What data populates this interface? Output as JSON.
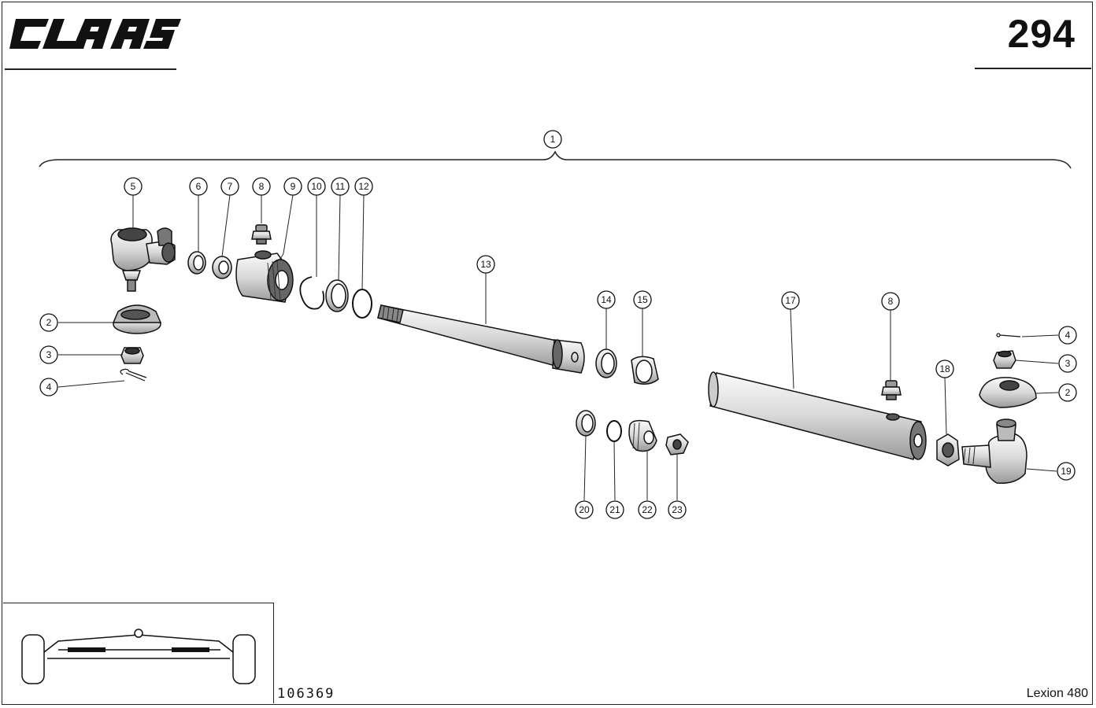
{
  "header": {
    "brand": "CLAAS",
    "page_number": "294"
  },
  "footer": {
    "figure_number": "106369",
    "model": "Lexion 480"
  },
  "callouts": {
    "c1": "1",
    "c5": "5",
    "c6": "6",
    "c7": "7",
    "c8a": "8",
    "c9": "9",
    "c10": "10",
    "c11": "11",
    "c12": "12",
    "c13": "13",
    "c14": "14",
    "c15": "15",
    "c17": "17",
    "c8b": "8",
    "c2a": "2",
    "c3a": "3",
    "c4a": "4",
    "c4b": "4",
    "c3b": "3",
    "c2b": "2",
    "c18": "18",
    "c19": "19",
    "c20": "20",
    "c21": "21",
    "c22": "22",
    "c23": "23"
  }
}
